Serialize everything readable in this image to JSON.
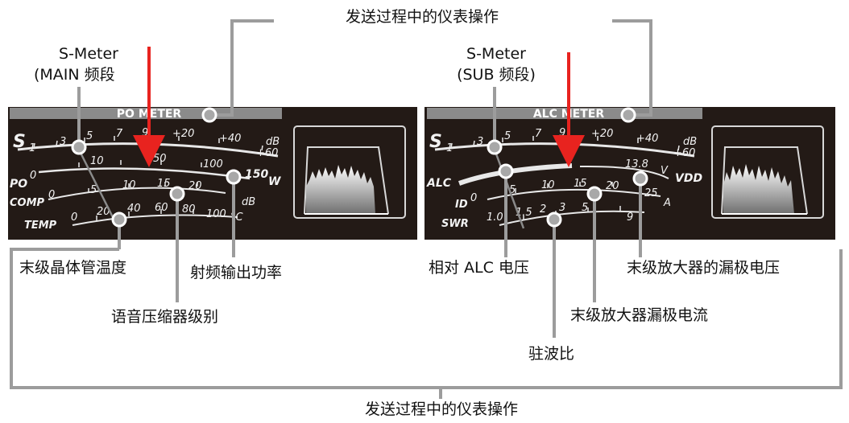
{
  "header_label": "发送过程中的仪表操作",
  "footer_label": "发送过程中的仪表操作",
  "main_s_meter": {
    "line1": "S-Meter",
    "line2": "(MAIN 频段"
  },
  "sub_s_meter": {
    "line1": "S-Meter",
    "line2": "(SUB 频段)"
  },
  "left_panel": {
    "title": "PO METER",
    "s_scale": {
      "letter": "S",
      "ticks": [
        "1",
        "3",
        "5",
        "7",
        "9",
        "+20",
        "+40",
        "+60"
      ],
      "unit": "dB"
    },
    "po_scale": {
      "label": "PO",
      "ticks": [
        "0",
        "10",
        "50",
        "100",
        "150"
      ],
      "unit": "W"
    },
    "comp_scale": {
      "label": "COMP",
      "ticks": [
        "0",
        "5",
        "10",
        "15",
        "20"
      ],
      "unit": "dB"
    },
    "temp_scale": {
      "label": "TEMP",
      "ticks": [
        "0",
        "20",
        "40",
        "60",
        "80",
        "100"
      ],
      "unit": "°C"
    }
  },
  "right_panel": {
    "title": "ALC METER",
    "s_scale": {
      "letter": "S",
      "ticks": [
        "1",
        "3",
        "5",
        "7",
        "9",
        "+20",
        "+40",
        "+60"
      ],
      "unit": "dB"
    },
    "alc_scale": {
      "label": "ALC"
    },
    "vdd_scale": {
      "label": "VDD",
      "value": "13.8",
      "unit": "V"
    },
    "id_scale": {
      "label": "ID",
      "ticks": [
        "0",
        "5",
        "10",
        "15",
        "20",
        "25"
      ],
      "unit": "A"
    },
    "swr_scale": {
      "label": "SWR",
      "ticks": [
        "1.0",
        "1.5",
        "2",
        "3",
        "5",
        "9"
      ]
    }
  },
  "callouts": {
    "final_transistor_temp": "末级晶体管温度",
    "rf_output_power": "射频输出功率",
    "compressor_level": "语音压缩器级别",
    "relative_alc": "相对 ALC 电压",
    "final_amp_drain_voltage": "末级放大器的漏极电压",
    "final_amp_drain_current": "末级放大器漏极电流",
    "swr": "驻波比"
  },
  "colors": {
    "panel_bg": "#231a16",
    "title_bar": "#8b8b8b",
    "leader_gray": "#9c9c9c",
    "arrow_red": "#e8231f"
  }
}
